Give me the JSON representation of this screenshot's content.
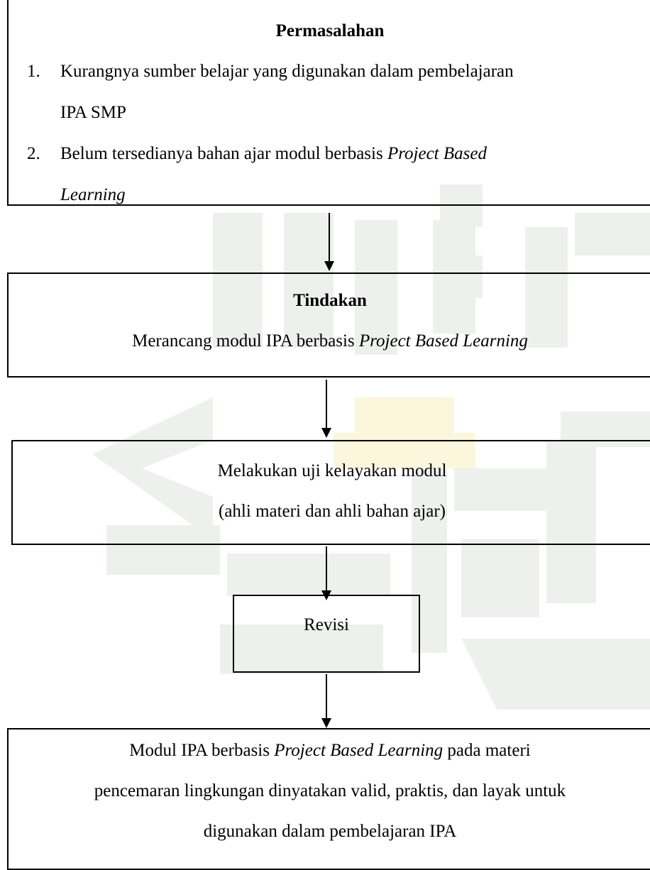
{
  "flowchart": {
    "box1": {
      "title": "Permasalahan",
      "items": [
        {
          "num": "1.",
          "line1": "Kurangnya sumber belajar yang digunakan dalam pembelajaran",
          "line2": "IPA SMP"
        },
        {
          "num": "2.",
          "line1_plain": "Belum tersedianya bahan ajar modul berbasis ",
          "line1_italic": "Project Based",
          "line2_italic": "Learning"
        }
      ]
    },
    "box2": {
      "title": "Tindakan",
      "text_plain": "Merancang modul IPA berbasis ",
      "text_italic": "Project Based Learning"
    },
    "box3": {
      "line1": "Melakukan uji kelayakan modul",
      "line2": "(ahli materi dan ahli bahan ajar)"
    },
    "box4": {
      "text": "Revisi"
    },
    "box5": {
      "line1_plain_a": "Modul IPA berbasis ",
      "line1_italic": "Project Based Learning",
      "line1_plain_b": " pada materi",
      "line2": "pencemaran lingkungan dinyatakan valid, praktis, dan layak untuk",
      "line3": "digunakan dalam pembelajaran IPA"
    }
  },
  "watermark_color": "#eef0ee"
}
